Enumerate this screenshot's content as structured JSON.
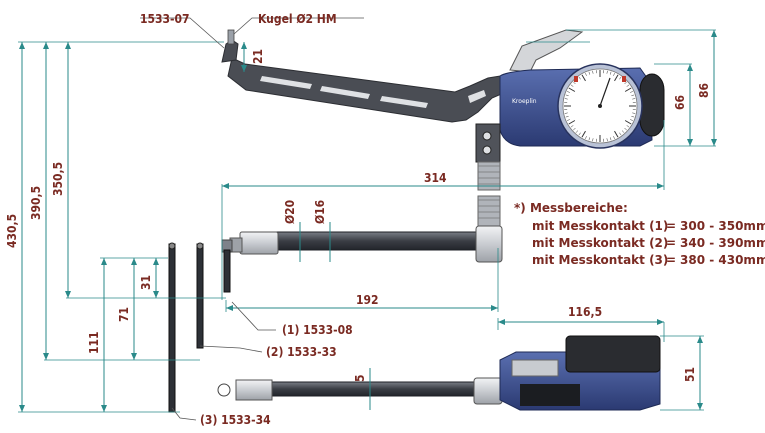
{
  "labels": {
    "part_tip": "1533-07",
    "tip_ball": "Kugel Ø2 HM",
    "part_contact_1": "(1) 1533-08",
    "part_contact_2": "(2) 1533-33",
    "part_contact_3": "(3) 1533-34",
    "brand": "Kroeplin"
  },
  "dimensions": {
    "d21": "21",
    "d66": "66",
    "d86": "86",
    "d314": "314",
    "d20": "Ø20",
    "d16": "Ø16",
    "d31": "31",
    "d71": "71",
    "d111": "111",
    "d192": "192",
    "d116_5": "116,5",
    "d5": "5",
    "d51": "51",
    "d350_5": "350,5",
    "d390_5": "390,5",
    "d430_5": "430,5"
  },
  "ranges": {
    "title": "*) Messbereiche:",
    "rows": [
      {
        "label": "mit Messkontakt (1)",
        "eq": "=",
        "value": "300 - 350mm"
      },
      {
        "label": "mit Messkontakt (2)",
        "eq": "=",
        "value": "340 - 390mm"
      },
      {
        "label": "mit Messkontakt (3)",
        "eq": "=",
        "value": "380 - 430mm"
      }
    ]
  }
}
